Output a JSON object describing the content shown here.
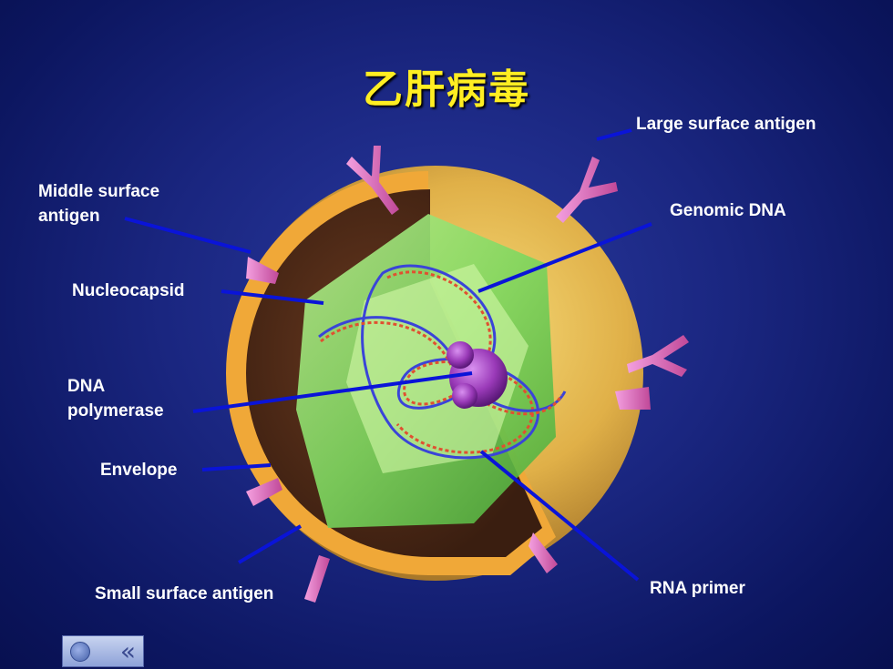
{
  "title": "乙肝病毒",
  "labels": {
    "large_surface_antigen": "Large surface antigen",
    "middle_surface_antigen_line1": "Middle surface",
    "middle_surface_antigen_line2": "antigen",
    "genomic_dna": "Genomic DNA",
    "nucleocapsid": "Nucleocapsid",
    "dna_polymerase_line1": "DNA",
    "dna_polymerase_line2": "polymerase",
    "envelope": "Envelope",
    "small_surface_antigen": "Small surface antigen",
    "rna_primer": "RNA primer"
  },
  "colors": {
    "background": "#1a2680",
    "title": "#ffee22",
    "leader_line": "#0a14d8",
    "envelope": "#e8b84a",
    "capsid": "#7ed860",
    "antigen": "#e070c0",
    "polymerase": "#9a3ab8"
  },
  "nav": {
    "back_icon": "double-chevron-left-icon",
    "home_icon": "circle-icon"
  }
}
